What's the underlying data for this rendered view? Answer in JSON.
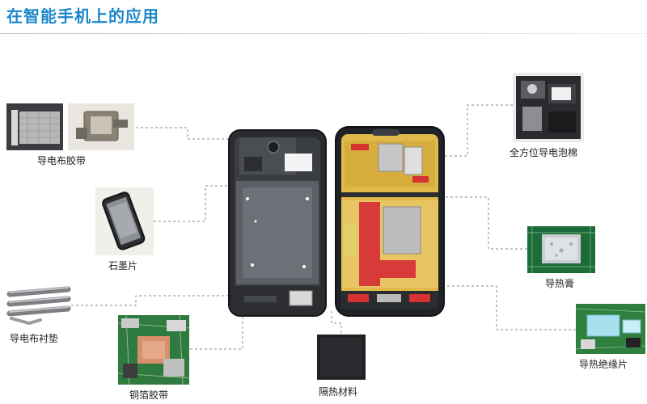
{
  "slide": {
    "title": "在智能手机上的应用"
  },
  "labels": {
    "conductive_fabric_tape": "导电布胶带",
    "graphite_sheet": "石墨片",
    "conductive_fabric_gasket": "导电布衬垫",
    "copper_foil_tape": "铜箔胶带",
    "thermal_insulation_material": "隔热材料",
    "omnidirectional_conductive_foam": "全方位导电泡棉",
    "thermal_paste": "导热膏",
    "thermal_insulating_sheet": "导热绝缘片"
  },
  "colors": {
    "title": "#1b87c9",
    "leader_line": "#8a8a8a"
  }
}
